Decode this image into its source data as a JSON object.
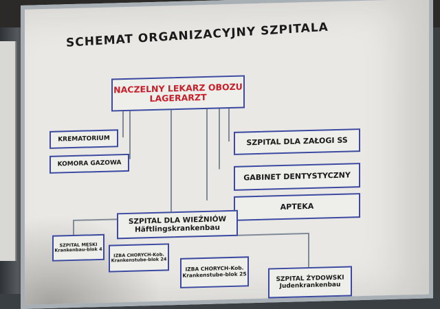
{
  "title": "SCHEMAT ORGANIZACYJNY SZPITALA",
  "chart_data": {
    "type": "diagram",
    "root": {
      "line1": "NACZELNY LEKARZ OBOZU",
      "line2": "LAGERARZT"
    },
    "left": [
      "KREMATORIUM",
      "KOMORA GAZOWA"
    ],
    "right": [
      "SZPITAL DLA ZAŁOGI SS",
      "GABINET DENTYSTYCZNY",
      "APTEKA"
    ],
    "prisoners": {
      "line1": "SZPITAL DLA WIEŹNIÓW",
      "line2": "Häftlingskrankenbau"
    },
    "sub": [
      {
        "line1": "SZPITAL MĘSKI",
        "line2": "Krankenbau-blok 4"
      },
      {
        "line1": "IZBA CHORYCH-Kob.",
        "line2": "Krankenstube-blok 24"
      },
      {
        "line1": "IZBA CHORYCH-Kob.",
        "line2": "Krankenstube-blok 25"
      },
      {
        "line1": "SZPITAL ŻYDOWSKI",
        "line2": "Judenkrankenbau"
      }
    ]
  }
}
